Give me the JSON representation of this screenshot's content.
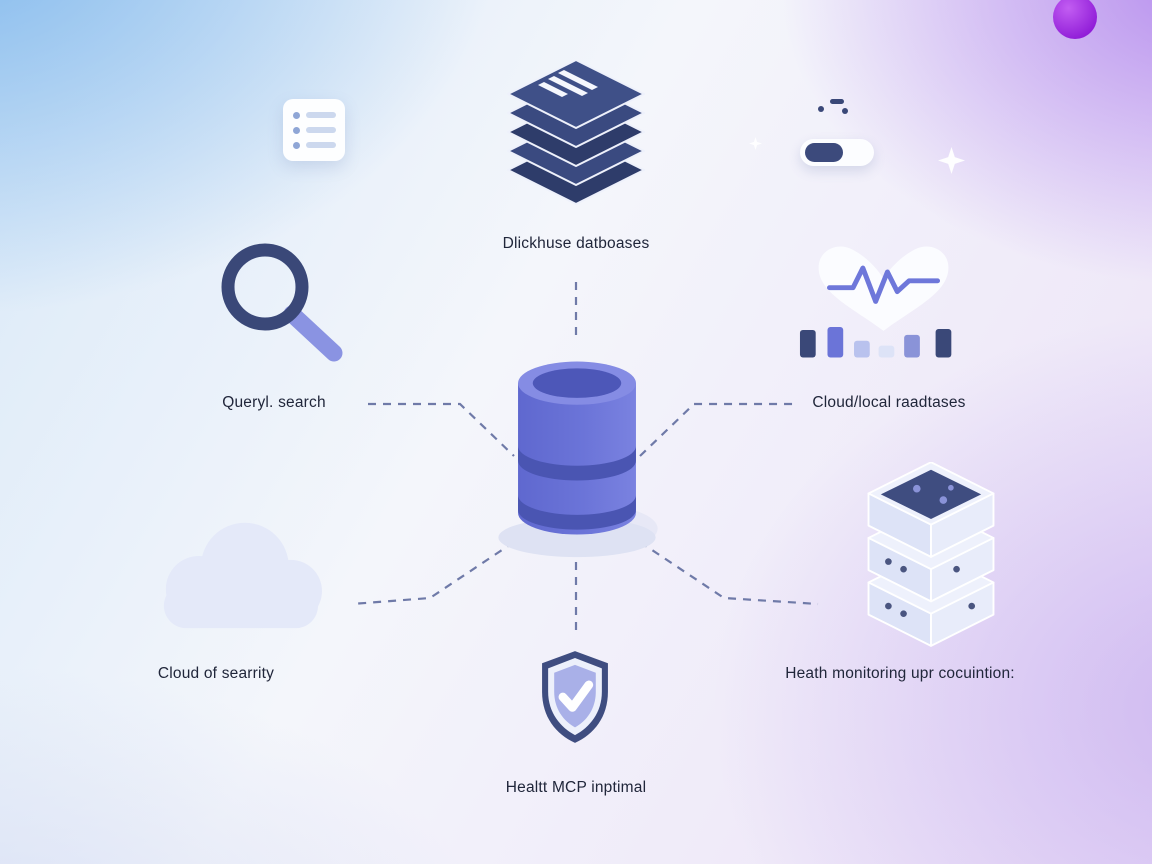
{
  "diagram": {
    "nodes": {
      "documents": {
        "label": "Dlickhuse datboases",
        "icon": "document-stack-icon"
      },
      "search": {
        "label": "Queryl. search",
        "icon": "magnifier-icon"
      },
      "databases": {
        "label": "Cloud/local raadtases",
        "icon": "heart-pulse-chart-icon"
      },
      "cloud": {
        "label": "Cloud of searrity",
        "icon": "cloud-icon"
      },
      "servers": {
        "label": "Heath monitoring upr cocuintion:",
        "icon": "server-stack-icon"
      },
      "shield": {
        "label": "Healtt MCP inptimal",
        "icon": "shield-check-icon"
      }
    },
    "center_icon": "database-cylinder-icon",
    "colors": {
      "navy": "#3a4878",
      "blue": "#6b74d8",
      "band": "#4a55b2",
      "lavender": "#aab2ec",
      "light_fill": "#e4e9f9",
      "connector": "#6f7aa8",
      "accent_dot": "#a832e0"
    }
  }
}
